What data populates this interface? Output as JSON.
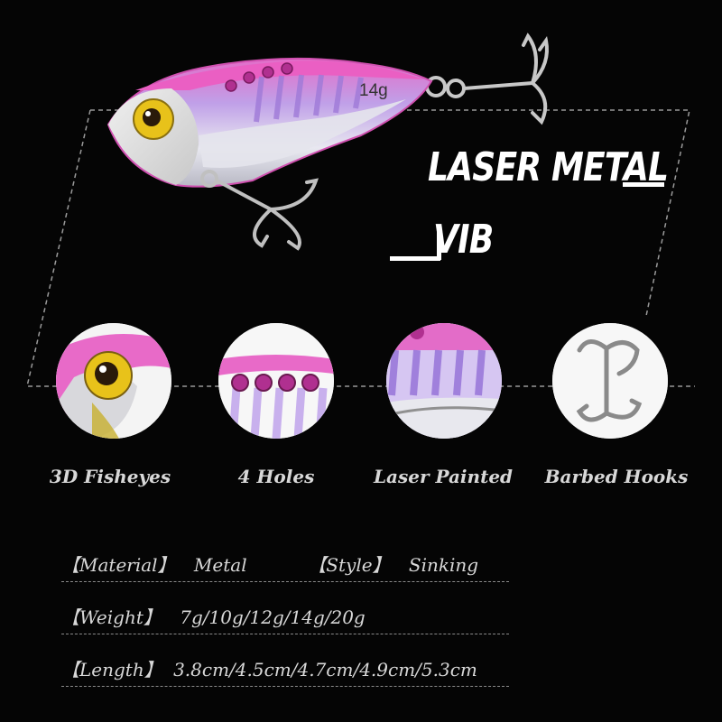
{
  "product": {
    "weight_mark": "14g"
  },
  "headline": {
    "line1": "LASER METAL",
    "line2": "VIB"
  },
  "features": [
    {
      "label": "3D Fisheyes",
      "icon": "fisheye-closeup"
    },
    {
      "label": "4 Holes",
      "icon": "holes-closeup"
    },
    {
      "label": "Laser Painted",
      "icon": "laser-body-closeup"
    },
    {
      "label": "Barbed Hooks",
      "icon": "treble-hook-closeup"
    }
  ],
  "specs": {
    "material_label": "【Material】",
    "material_value": "Metal",
    "style_label": "【Style】",
    "style_value": "Sinking",
    "weight_label": "【Weight】",
    "weight_value": "7g/10g/12g/14g/20g",
    "length_label": "【Length】",
    "length_value": "3.8cm/4.5cm/4.7cm/4.9cm/5.3cm"
  },
  "colors": {
    "background": "#050505",
    "lure_pink": "#e060c0",
    "lure_purple": "#a98ae0",
    "eye_yellow": "#e8c21a",
    "text": "#d8d8d8"
  }
}
